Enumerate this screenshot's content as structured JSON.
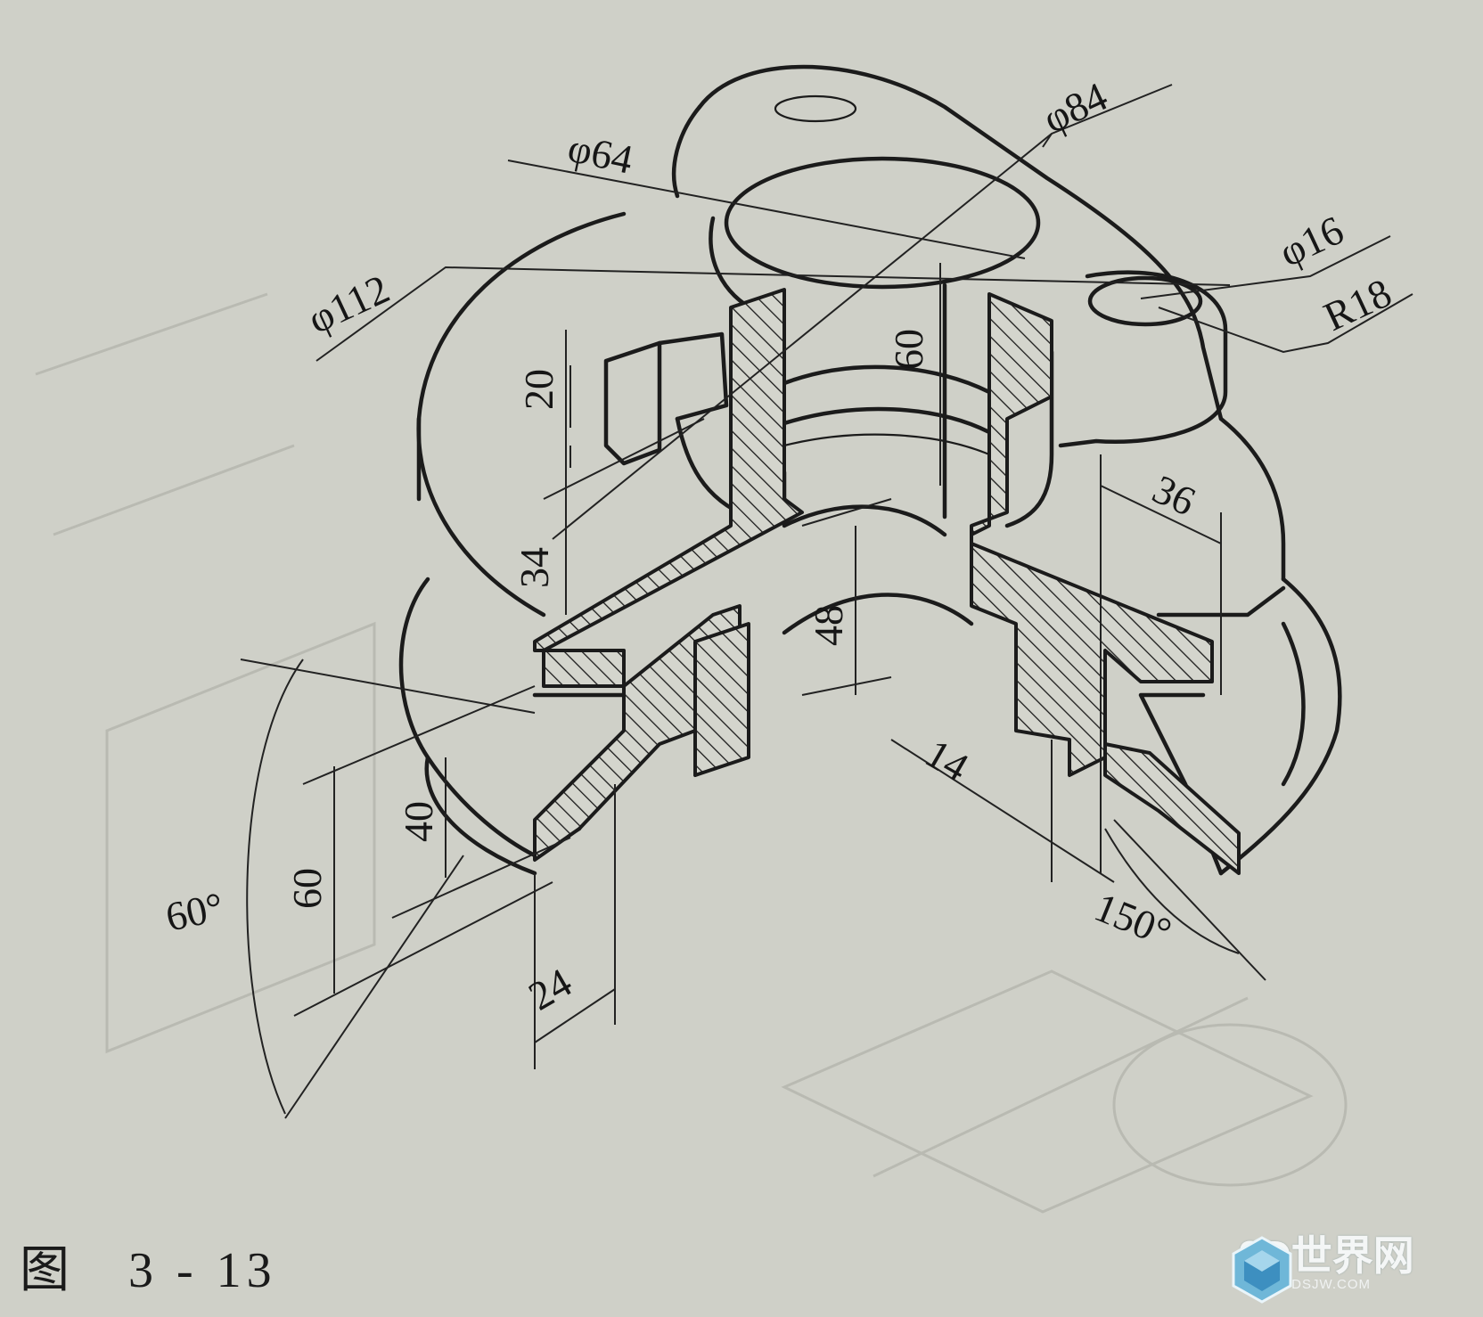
{
  "drawing": {
    "dimensions": {
      "d84": "φ84",
      "d64": "φ64",
      "d112": "φ112",
      "d16": "φ16",
      "r18": "R18",
      "h60_top": "60",
      "h20": "20",
      "h34": "34",
      "h48": "48",
      "w36": "36",
      "h40": "40",
      "h60_left": "60",
      "w24": "24",
      "a60": "60°",
      "w14": "14",
      "a150": "150°"
    }
  },
  "caption": {
    "label": "图",
    "number": "3 - 13"
  },
  "watermark": {
    "brand": "3D世界网",
    "url": "WWW.3DSJW.COM"
  },
  "colors": {
    "paper": "#cfd0c8",
    "ink": "#1b1b1b",
    "watermark": "#f4f6f6"
  }
}
